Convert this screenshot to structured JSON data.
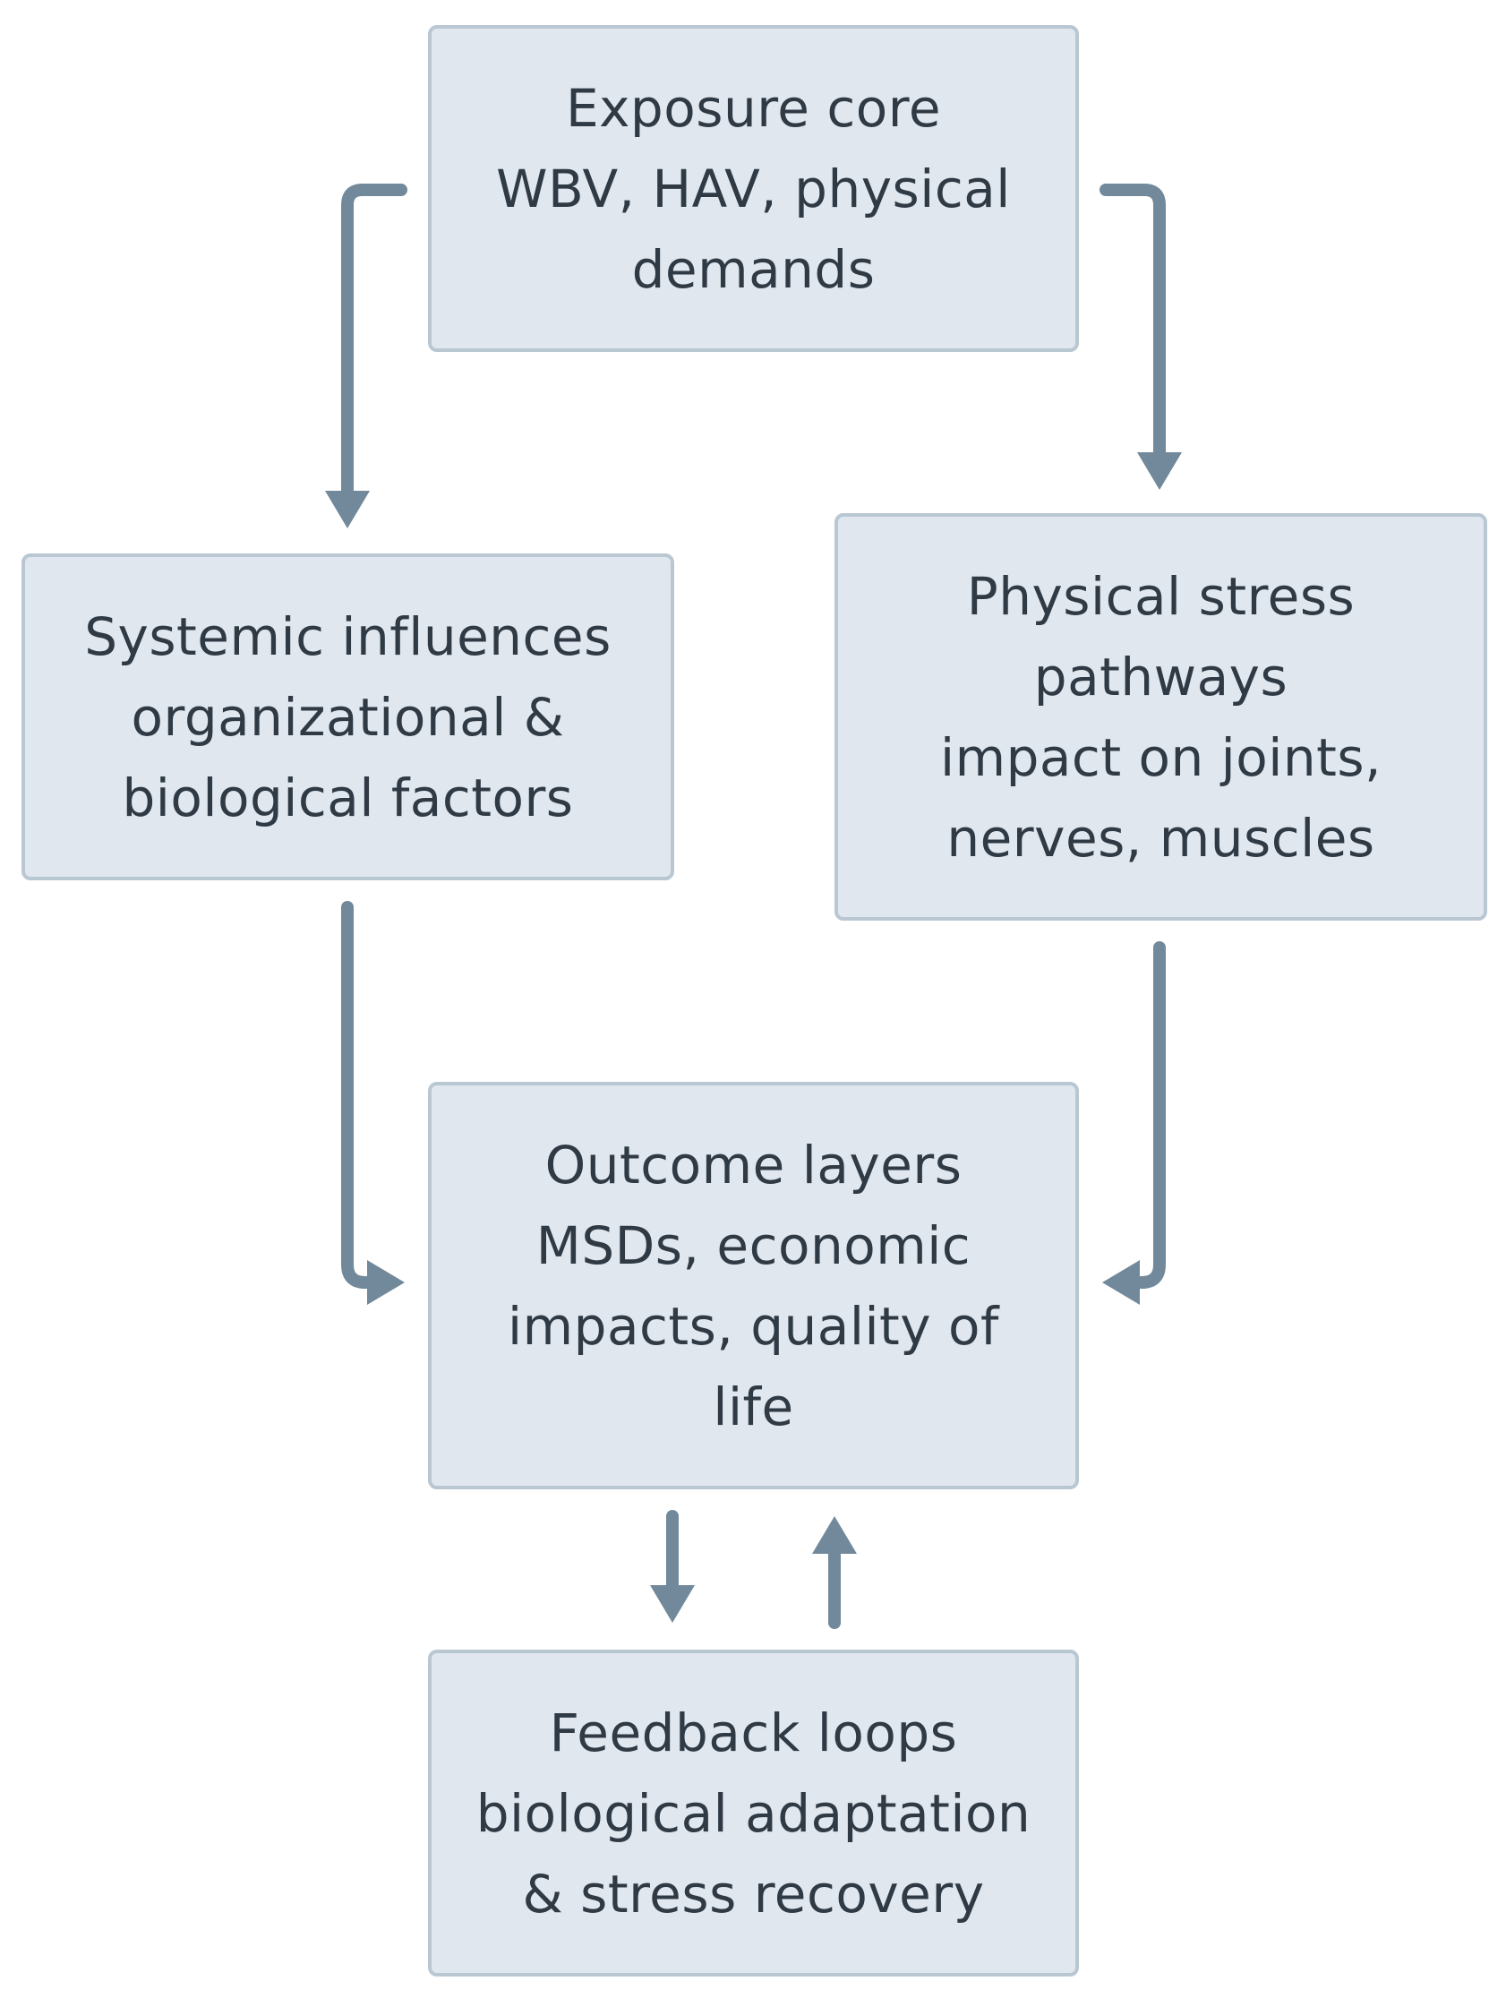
{
  "diagram": {
    "nodes": [
      {
        "id": "exposure",
        "lines": [
          "Exposure core",
          "WBV, HAV, physical",
          "demands"
        ]
      },
      {
        "id": "systemic",
        "lines": [
          "Systemic influences",
          "organizational &",
          "biological factors"
        ]
      },
      {
        "id": "physical",
        "lines": [
          "Physical stress",
          "pathways",
          "impact on joints,",
          "nerves, muscles"
        ]
      },
      {
        "id": "outcome",
        "lines": [
          "Outcome layers",
          "MSDs, economic",
          "impacts, quality of",
          "life"
        ]
      },
      {
        "id": "feedback",
        "lines": [
          "Feedback loops",
          "biological adaptation",
          "& stress recovery"
        ]
      }
    ],
    "edges": [
      {
        "from": "exposure",
        "to": "systemic"
      },
      {
        "from": "exposure",
        "to": "physical"
      },
      {
        "from": "systemic",
        "to": "outcome"
      },
      {
        "from": "physical",
        "to": "outcome"
      },
      {
        "from": "outcome",
        "to": "feedback"
      },
      {
        "from": "feedback",
        "to": "outcome"
      }
    ],
    "colors": {
      "node_fill": "#e1e7ee",
      "node_border": "#b9c7d3",
      "text": "#2f3a45",
      "arrow": "#71899b",
      "background": "#ffffff"
    }
  }
}
